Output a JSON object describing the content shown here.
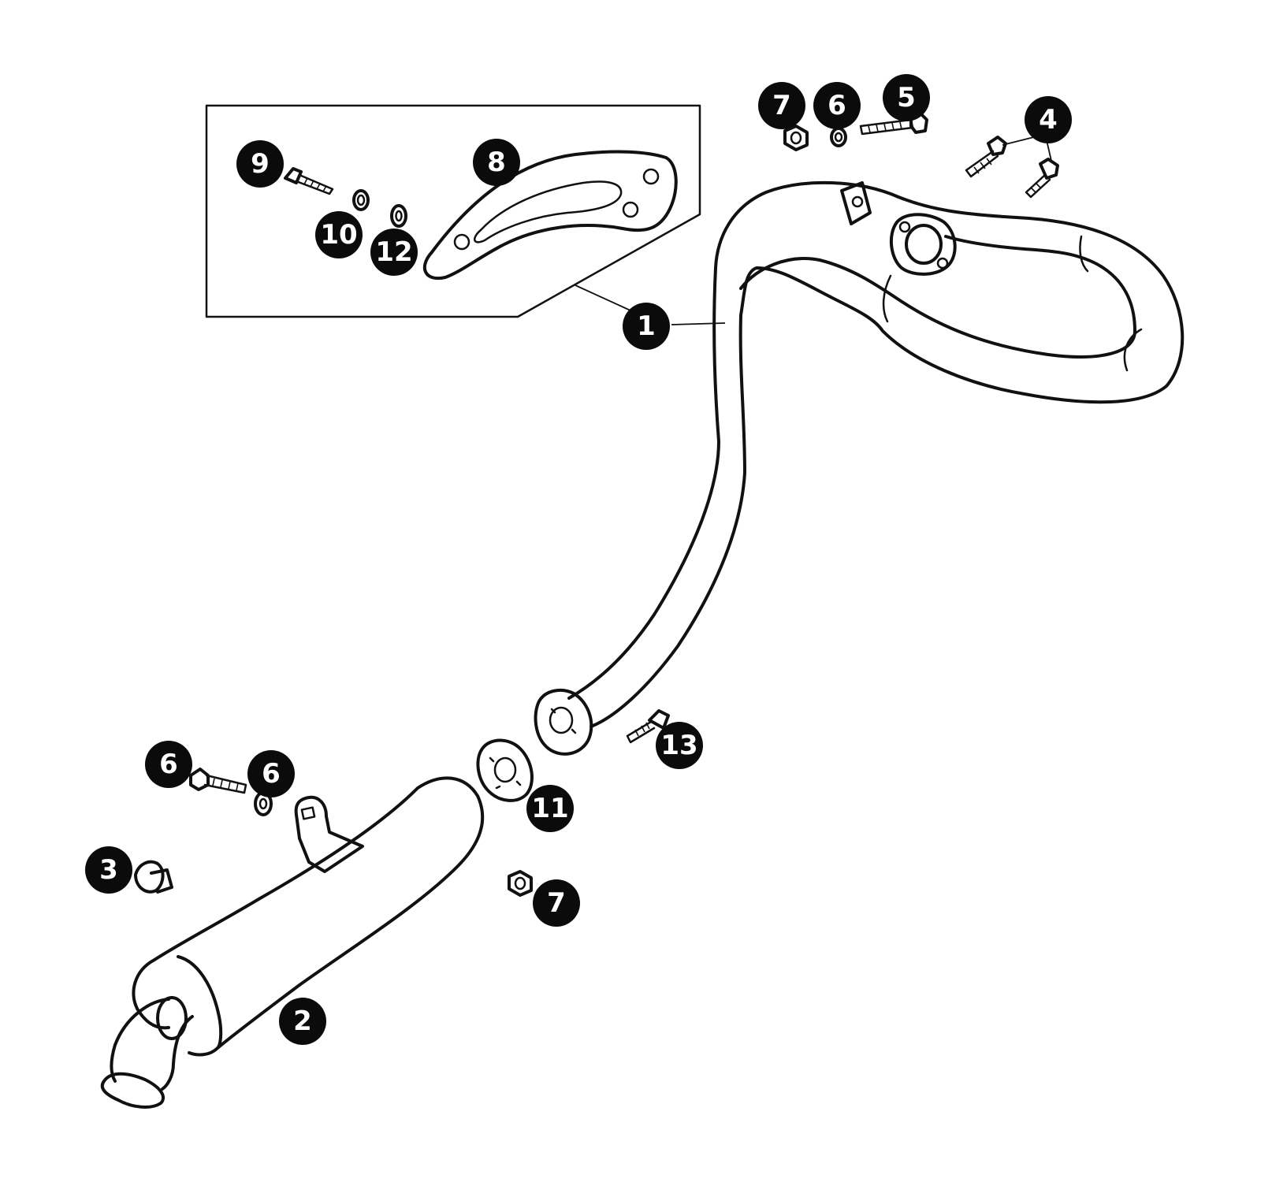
{
  "callouts": [
    {
      "id": "c1",
      "label": "1"
    },
    {
      "id": "c2",
      "label": "2"
    },
    {
      "id": "c3",
      "label": "3"
    },
    {
      "id": "c4",
      "label": "4"
    },
    {
      "id": "c5",
      "label": "5"
    },
    {
      "id": "c6a",
      "label": "6"
    },
    {
      "id": "c6b",
      "label": "6"
    },
    {
      "id": "c6c",
      "label": "6"
    },
    {
      "id": "c7a",
      "label": "7"
    },
    {
      "id": "c7b",
      "label": "7"
    },
    {
      "id": "c8",
      "label": "8"
    },
    {
      "id": "c9",
      "label": "9"
    },
    {
      "id": "c10",
      "label": "10"
    },
    {
      "id": "c11",
      "label": "11"
    },
    {
      "id": "c12",
      "label": "12"
    },
    {
      "id": "c13",
      "label": "13"
    }
  ]
}
